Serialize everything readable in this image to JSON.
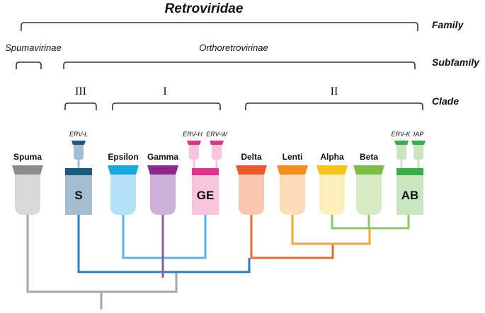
{
  "family": {
    "name": "Retroviridae",
    "level_label": "Family"
  },
  "subfamily_level_label": "Subfamily",
  "clade_level_label": "Clade",
  "subfamilies": [
    "Spumavirinae",
    "Orthoretrovirinae"
  ],
  "clades": [
    "III",
    "I",
    "II"
  ],
  "genera": {
    "spuma": "Spuma",
    "epsilon": "Epsilon",
    "gamma": "Gamma",
    "delta": "Delta",
    "lenti": "Lenti",
    "alpha": "Alpha",
    "beta": "Beta"
  },
  "groups": {
    "s": "S",
    "ge": "GE",
    "ab": "AB"
  },
  "erv_labels": {
    "erv_l": "ERV-L",
    "erv_h": "ERV-H",
    "erv_w": "ERV-W",
    "erv_k": "ERV-K",
    "iap": "IAP"
  },
  "colors": {
    "spuma_cap": "#8c8c8c",
    "spuma_body": "#d9d9d9",
    "s_cap": "#1a5a80",
    "s_body": "#a3bccf",
    "epsilon_cap": "#1aa7e0",
    "epsilon_body": "#b3e0f7",
    "gamma_cap": "#8c2a8c",
    "gamma_body": "#cfb0d9",
    "ge_cap": "#e0338c",
    "ge_body": "#f7c6dd",
    "delta_cap": "#ec5a2a",
    "delta_body": "#f8c7ad",
    "lenti_cap": "#f28f1f",
    "lenti_body": "#fbdcb4",
    "alpha_cap": "#f7c21a",
    "alpha_body": "#fdeebb",
    "beta_cap": "#7cbd45",
    "beta_body": "#d6eac4",
    "ab_cap": "#3aad48",
    "ab_body": "#c8e6c0",
    "line_gray": "#a6a6a6",
    "line_blue": "#2a7fc2",
    "line_purple": "#8c5aa6",
    "line_lightblue": "#5ab4e6",
    "line_pink": "#e89cc4",
    "line_orange": "#ee6a2a",
    "line_amber": "#f2a838",
    "line_green": "#8cc56a"
  }
}
